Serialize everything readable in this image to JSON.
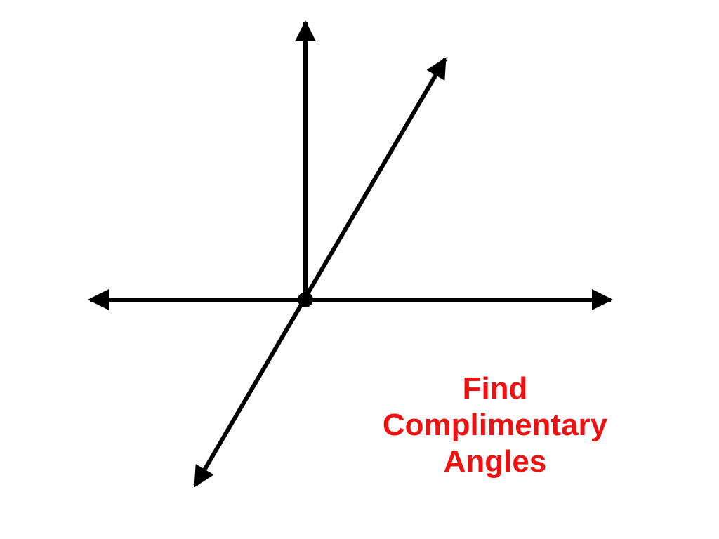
{
  "caption": {
    "lines": [
      "Find",
      "Complimentary",
      "Angles"
    ],
    "color": "#ee1111"
  },
  "colors": {
    "line": "#000000",
    "background": "#ffffff"
  }
}
